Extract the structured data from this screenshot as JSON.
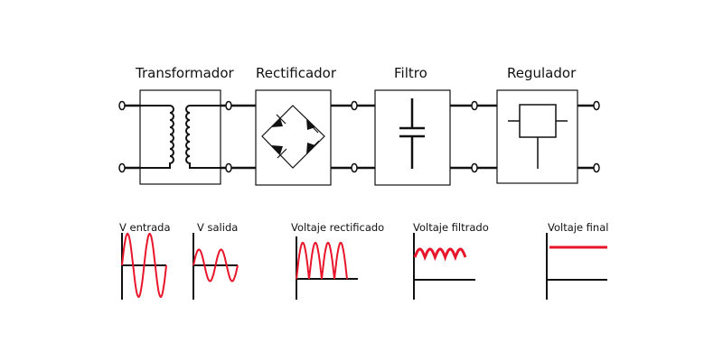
{
  "blocks": [
    {
      "id": "transformador",
      "label": "Transformador"
    },
    {
      "id": "rectificador",
      "label": "Rectificador"
    },
    {
      "id": "filtro",
      "label": "Filtro"
    },
    {
      "id": "regulador",
      "label": "Regulador"
    }
  ],
  "waveforms": [
    {
      "id": "v-entrada",
      "label": "V entrada",
      "type": "sine",
      "amplitude": 1.0,
      "cycles": 2
    },
    {
      "id": "v-salida",
      "label": "V salida",
      "type": "sine",
      "amplitude": 0.5,
      "cycles": 2
    },
    {
      "id": "voltaje-rectificado",
      "label": "Voltaje rectificado",
      "type": "full-wave-rectified",
      "humps": 4
    },
    {
      "id": "voltaje-filtrado",
      "label": "Voltaje filtrado",
      "type": "ripple",
      "humps": 5
    },
    {
      "id": "voltaje-final",
      "label": "Voltaje final",
      "type": "dc"
    }
  ],
  "colors": {
    "line": "#111111",
    "signal": "#e8152b"
  }
}
